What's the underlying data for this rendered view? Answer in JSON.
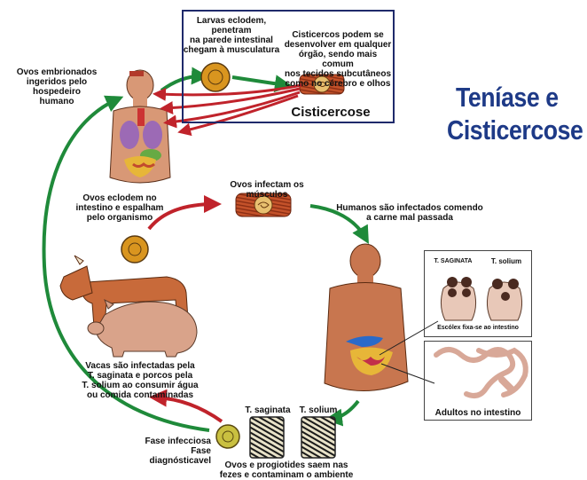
{
  "title": {
    "line1": "Teníase e",
    "line2": "Cisticercose"
  },
  "cysticercosis_box": {
    "larvae_text": "Larvas eclodem, penetram\nna parede intestinal\nchegam à musculatura",
    "cysticerci_text": "Cisticercos podem se\ndesenvolver em qualquer\nórgão, sendo mais comum\nnos tecidos subcutâneos\ncomo no cérebro e olhos",
    "label": "Cisticercose"
  },
  "labels": {
    "eggs_ingested": "Ovos embrionados\ningeridos pelo\nhospedeiro\nhumano",
    "eggs_hatch": "Ovos eclodem no\nintestino e espalham\npelo organismo",
    "eggs_muscles": "Ovos infectam os músculos",
    "humans_infected": "Humanos são infectados comendo\na carne mal passada",
    "animals_infected": "Vacas são infectadas pela\nT. saginata e porcos pela\nT. solium ao consumir água\nou comida contaminadas",
    "infective_stage": "Fase infecciosa\nFase diagnósticavel",
    "eggs_feces": "Ovos e progiotides saem nas\nfezes e contaminam o ambiente",
    "proglottid_saginata": "T. saginata",
    "proglottid_solium": "T. solium"
  },
  "scolex_box": {
    "saginata": "T. SAGINATA",
    "solium": "T. solium",
    "caption": "Escólex fixa-se ao intestino"
  },
  "adults_box": {
    "caption": "Adultos no intestino"
  },
  "colors": {
    "title": "#1e3a87",
    "arrow_green": "#1f8a3a",
    "arrow_red": "#c0232b",
    "muscle": "#c4522a",
    "egg": "#d9951f",
    "cow": "#c86a3a",
    "pig": "#d9a38a",
    "human_body": "#c8764f",
    "box_border": "#1f2a6b"
  }
}
